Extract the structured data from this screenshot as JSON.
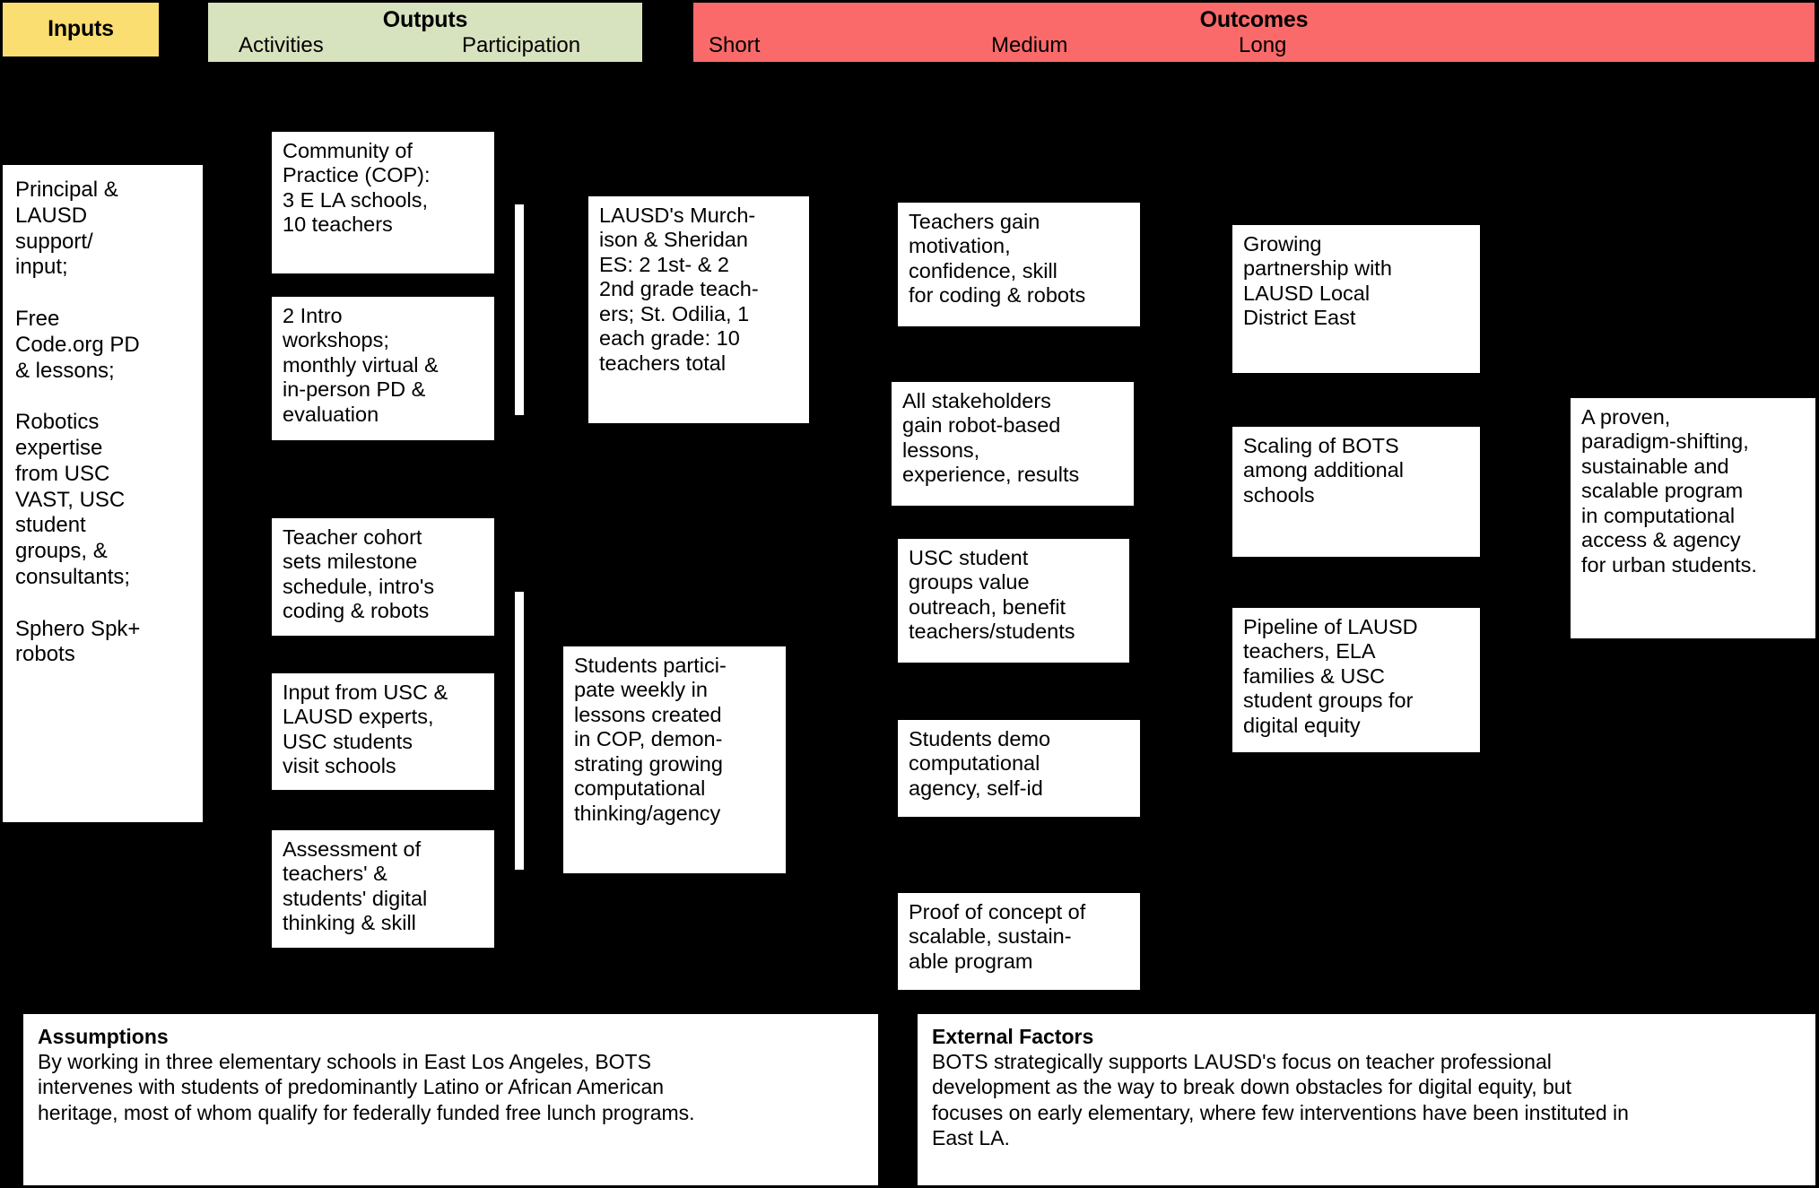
{
  "headers": {
    "inputs": {
      "title": "Inputs"
    },
    "outputs": {
      "title": "Outputs",
      "sub_left": "Activities",
      "sub_right": "Participation"
    },
    "outcomes": {
      "title": "Outcomes",
      "sub_short": "Short",
      "sub_medium": "Medium",
      "sub_long": "Long"
    }
  },
  "inputs": {
    "text": "Principal &\nLAUSD\nsupport/\ninput;\n\nFree\nCode.org PD\n& lessons;\n\nRobotics\nexpertise\nfrom USC\nVAST, USC\nstudent\ngroups, &\nconsultants;\n\nSphero Spk+\nrobots"
  },
  "activities": [
    {
      "id": "cop",
      "text": "Community of\nPractice (COP):\n3 E LA schools,\n10 teachers"
    },
    {
      "id": "workshops",
      "text": "2 Intro\nworkshops;\nmonthly virtual &\nin-person PD &\nevaluation"
    },
    {
      "id": "cohort",
      "text": "Teacher cohort\nsets milestone\nschedule, intro's\ncoding & robots"
    },
    {
      "id": "input-experts",
      "text": "Input from USC &\nLAUSD experts,\nUSC students\nvisit schools"
    },
    {
      "id": "assessment",
      "text": "Assessment of\nteachers' &\nstudents' digital\nthinking & skill"
    }
  ],
  "participation": [
    {
      "id": "schools",
      "text": "LAUSD's Murch-\nison & Sheridan\nES: 2 1st- & 2\n2nd grade teach-\ners; St. Odilia, 1\neach grade: 10\nteachers total"
    },
    {
      "id": "weekly-lessons",
      "text": "Students partici-\npate weekly in\nlessons created\nin COP, demon-\nstrating growing\ncomputational\nthinking/agency"
    }
  ],
  "outcomes_short": [
    {
      "id": "teachers-gain",
      "text": "Teachers gain\nmotivation,\nconfidence, skill\nfor coding & robots"
    },
    {
      "id": "stakeholders",
      "text": "All stakeholders\ngain robot-based\nlessons,\nexperience, results"
    },
    {
      "id": "usc-groups",
      "text": "USC student\ngroups value\noutreach, benefit\nteachers/students"
    },
    {
      "id": "students-demo",
      "text": "Students demo\ncomputational\nagency, self-id"
    },
    {
      "id": "proof",
      "text": "Proof of concept of\nscalable, sustain-\nable program"
    }
  ],
  "outcomes_medium": [
    {
      "id": "partnership",
      "text": "Growing\npartnership with\nLAUSD Local\nDistrict East"
    },
    {
      "id": "scaling",
      "text": "Scaling of BOTS\namong additional\nschools"
    },
    {
      "id": "pipeline",
      "text": "Pipeline of LAUSD\nteachers, ELA\nfamilies & USC\nstudent groups for\ndigital equity"
    }
  ],
  "outcomes_long": [
    {
      "id": "proven-program",
      "text": "A proven,\nparadigm-shifting,\nsustainable and\nscalable program\nin computational\naccess & agency\nfor urban students."
    }
  ],
  "footers": {
    "assumptions": {
      "title": "Assumptions",
      "body": "By working in three elementary schools in East Los Angeles, BOTS\nintervenes with students of predominantly Latino or African American\nheritage, most of whom qualify for federally funded free lunch programs."
    },
    "external_factors": {
      "title": "External Factors",
      "body": "BOTS strategically supports LAUSD's focus on teacher professional\ndevelopment as the way to break down obstacles for digital equity, but\nfocuses on early elementary, where few interventions have been instituted in\nEast LA."
    }
  },
  "colors": {
    "inputs_header": "#FBDE72",
    "outputs_header": "#D7E2BE",
    "outcomes_header": "#FB6A6A",
    "background": "#000000",
    "box_fill": "#FFFFFF"
  }
}
